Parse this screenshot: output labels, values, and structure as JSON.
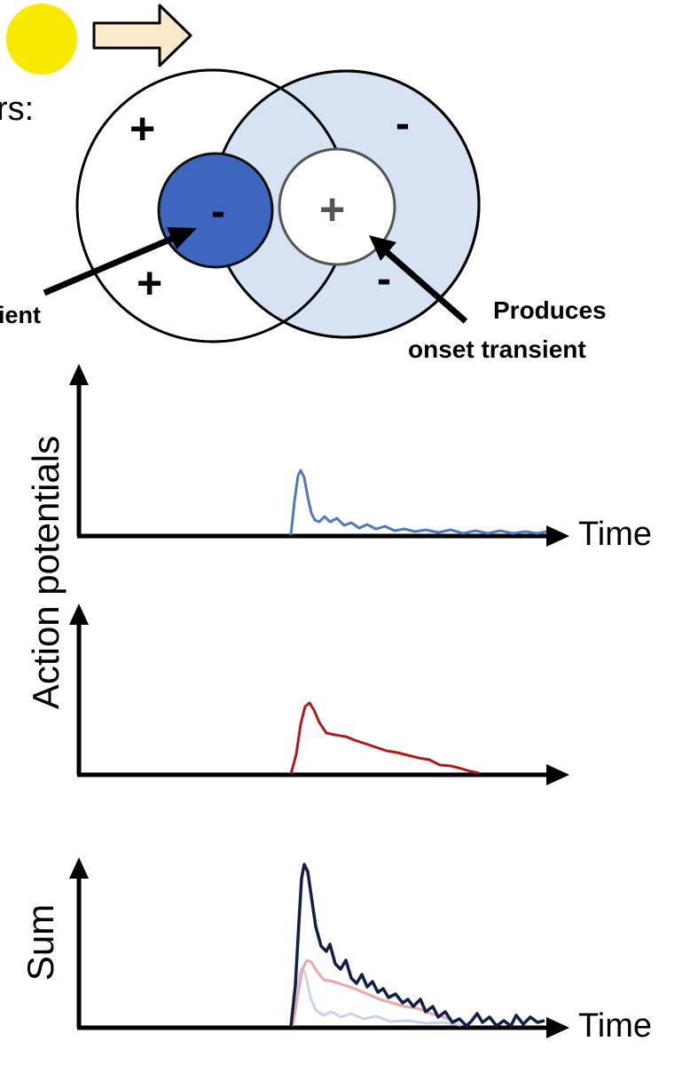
{
  "header": {
    "partial_text_left": "rs:",
    "partial_annotation_left": "ient"
  },
  "receptive_field": {
    "signs": {
      "left_top_plus": "+",
      "left_center_minus": "-",
      "left_bottom_plus": "+",
      "right_top_minus": "-",
      "right_center_plus": "+",
      "right_bottom_minus": "-"
    },
    "annotation_right_line1": "Produces",
    "annotation_right_line2": "onset transient"
  },
  "axes": {
    "time_label_top": "Time",
    "time_label_bottom": "Time",
    "y_label_shared": "Action potentials",
    "y_label_sum": "Sum"
  },
  "colors": {
    "sun": "#f7ea00",
    "arrow_fill": "#fbeacb",
    "field_light": "#d7e2f2",
    "field_dark": "#3f66bf",
    "trace_blue": "#4e79c0",
    "trace_red": "#b11a1a",
    "trace_sum": "#0f1f45",
    "trace_red_faint": "#eba8a8",
    "trace_blue_faint": "#c6d3ec"
  }
}
